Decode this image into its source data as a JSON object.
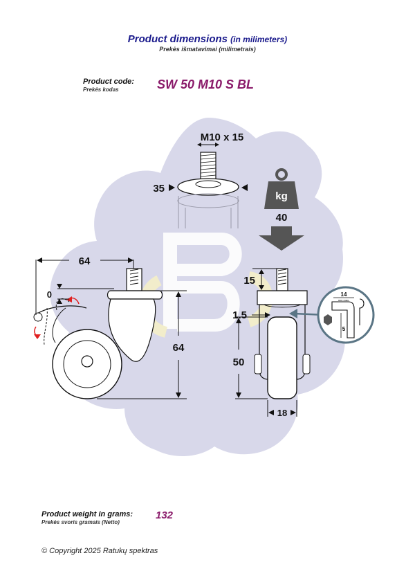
{
  "header": {
    "title": "Product dimensions",
    "title_unit": "(in milimeters)",
    "subtitle": "Prekės išmatavimai (milimetrais)"
  },
  "product": {
    "code_label": "Product code:",
    "code_label_lt": "Prekės kodas",
    "code": "SW 50 M10 S BL"
  },
  "dimensions": {
    "thread": "M10 x 15",
    "plate_diameter": "35",
    "load": "40",
    "offset_width": "64",
    "brake_offset": "0",
    "total_height": "64",
    "thread_length": "15",
    "gap": "1.5",
    "wheel_diameter": "50",
    "wheel_width": "18",
    "key_size": "14",
    "key_max": "mm max.",
    "key_depth": "5"
  },
  "weight_icon_label": "kg",
  "weight": {
    "label": "Product weight in grams:",
    "label_lt": "Prekės svoris gramais (Netto)",
    "value": "132"
  },
  "footer": {
    "copyright": "© Copyright 2025 Ratukų spektras"
  },
  "colors": {
    "title": "#1a1a8c",
    "accent": "#8a1a6a",
    "watermark_blob": "#d8d8ea",
    "watermark_logo": "#f5f0c8",
    "arrow_red": "#e02020",
    "load_arrow": "#555555"
  }
}
